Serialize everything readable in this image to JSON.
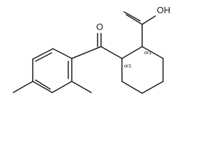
{
  "molecule": {
    "atoms": {
      "carbonyl_oxygen": "O",
      "acid_hydroxyl": "OH"
    },
    "stereo_labels": {
      "acid_carbon": "or1",
      "ketone_carbon": "or1"
    }
  }
}
